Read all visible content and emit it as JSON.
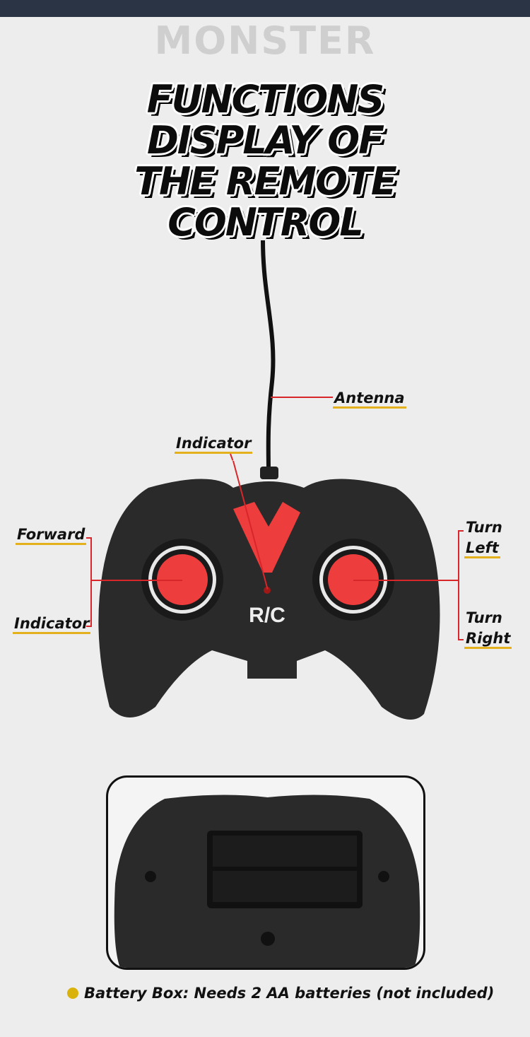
{
  "watermark": "MONSTER",
  "title": {
    "lines": [
      "FUNCTIONS",
      "DISPLAY OF",
      "THE REMOTE",
      "CONTROL"
    ]
  },
  "labels": {
    "antenna": "Antenna",
    "indicator_top": "Indicator",
    "forward": "Forward",
    "indicator_left": "Indicator",
    "turn_left_1": "Turn",
    "turn_left_2": "Left",
    "turn_right_1": "Turn",
    "turn_right_2": "Right"
  },
  "controller": {
    "badge": "R/C"
  },
  "note": "Battery Box: Needs 2 AA batteries (not included)",
  "colors": {
    "accent_red": "#d9262b",
    "underline": "#e4b11c",
    "button_red": "#ee3d3d",
    "topbar": "#2b3444"
  }
}
